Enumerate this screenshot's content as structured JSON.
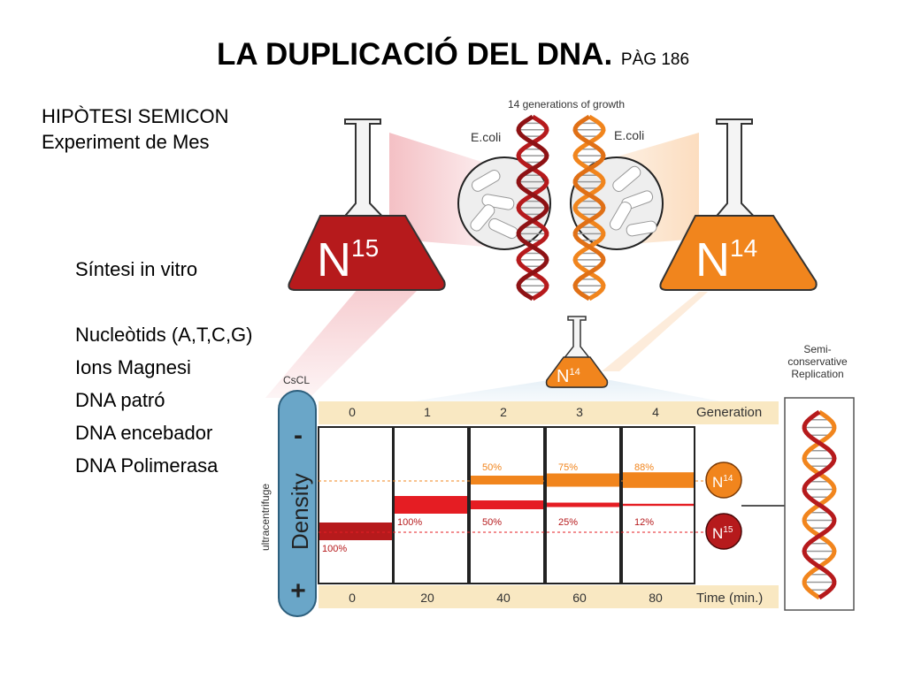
{
  "slide": {
    "title": "LA DUPLICACIÓ DEL DNA.",
    "title_suffix": "PÀG 186",
    "hypothesis_lines": [
      "HIPÒTESI SEMICON",
      "Experiment de Mes"
    ],
    "list": [
      "Síntesi in vitro",
      "",
      "Nucleòtids (A,T,C,G)",
      "Ions Magnesi",
      "DNA patró",
      "DNA encebador",
      "DNA Polimerasa"
    ]
  },
  "figure": {
    "top_caption": "14 generations of growth",
    "ecoli_left": "E.coli",
    "ecoli_right": "E.coli",
    "flask_left": {
      "base": "N",
      "sup": "15",
      "color": "#b61a1c"
    },
    "flask_right": {
      "base": "N",
      "sup": "14",
      "color": "#f1851d"
    },
    "flask_small": {
      "base": "N",
      "sup": "14",
      "color": "#f1851d"
    },
    "tube_label": "CsCL",
    "tube_minus": "-",
    "tube_plus": "+",
    "tube_axis": "Density",
    "side_label": "ultracentrifuge",
    "semi_box": "Semi-\nconservative\nReplication",
    "generation_label": "Generation",
    "generations": [
      "0",
      "1",
      "2",
      "3",
      "4"
    ],
    "time_label": "Time (min.)",
    "times": [
      "0",
      "20",
      "40",
      "60",
      "80"
    ],
    "n14_badge": {
      "base": "N",
      "sup": "14"
    },
    "n15_badge": {
      "base": "N",
      "sup": "15"
    },
    "bands": [
      {
        "n14_pct": "",
        "n14_frac": 0,
        "n15_pct": "100%",
        "n15_frac": 1,
        "n15_pos": "heavy"
      },
      {
        "n14_pct": "",
        "n14_frac": 0,
        "n15_pct": "100%",
        "n15_frac": 1,
        "n15_pos": "hybrid"
      },
      {
        "n14_pct": "50%",
        "n14_frac": 0.5,
        "n15_pct": "50%",
        "n15_frac": 0.5,
        "n15_pos": "hybrid"
      },
      {
        "n14_pct": "75%",
        "n14_frac": 0.75,
        "n15_pct": "25%",
        "n15_frac": 0.25,
        "n15_pos": "hybrid"
      },
      {
        "n14_pct": "88%",
        "n14_frac": 0.88,
        "n15_pct": "12%",
        "n15_frac": 0.12,
        "n15_pos": "hybrid"
      }
    ],
    "colors": {
      "n15": "#b61a1c",
      "n15_band": "#e51d23",
      "n14": "#f1851d",
      "n14_dark": "#e07016",
      "tube": "#6aa6c8",
      "strip": "#f9e8c2",
      "pink": "#f6c9cc"
    }
  }
}
